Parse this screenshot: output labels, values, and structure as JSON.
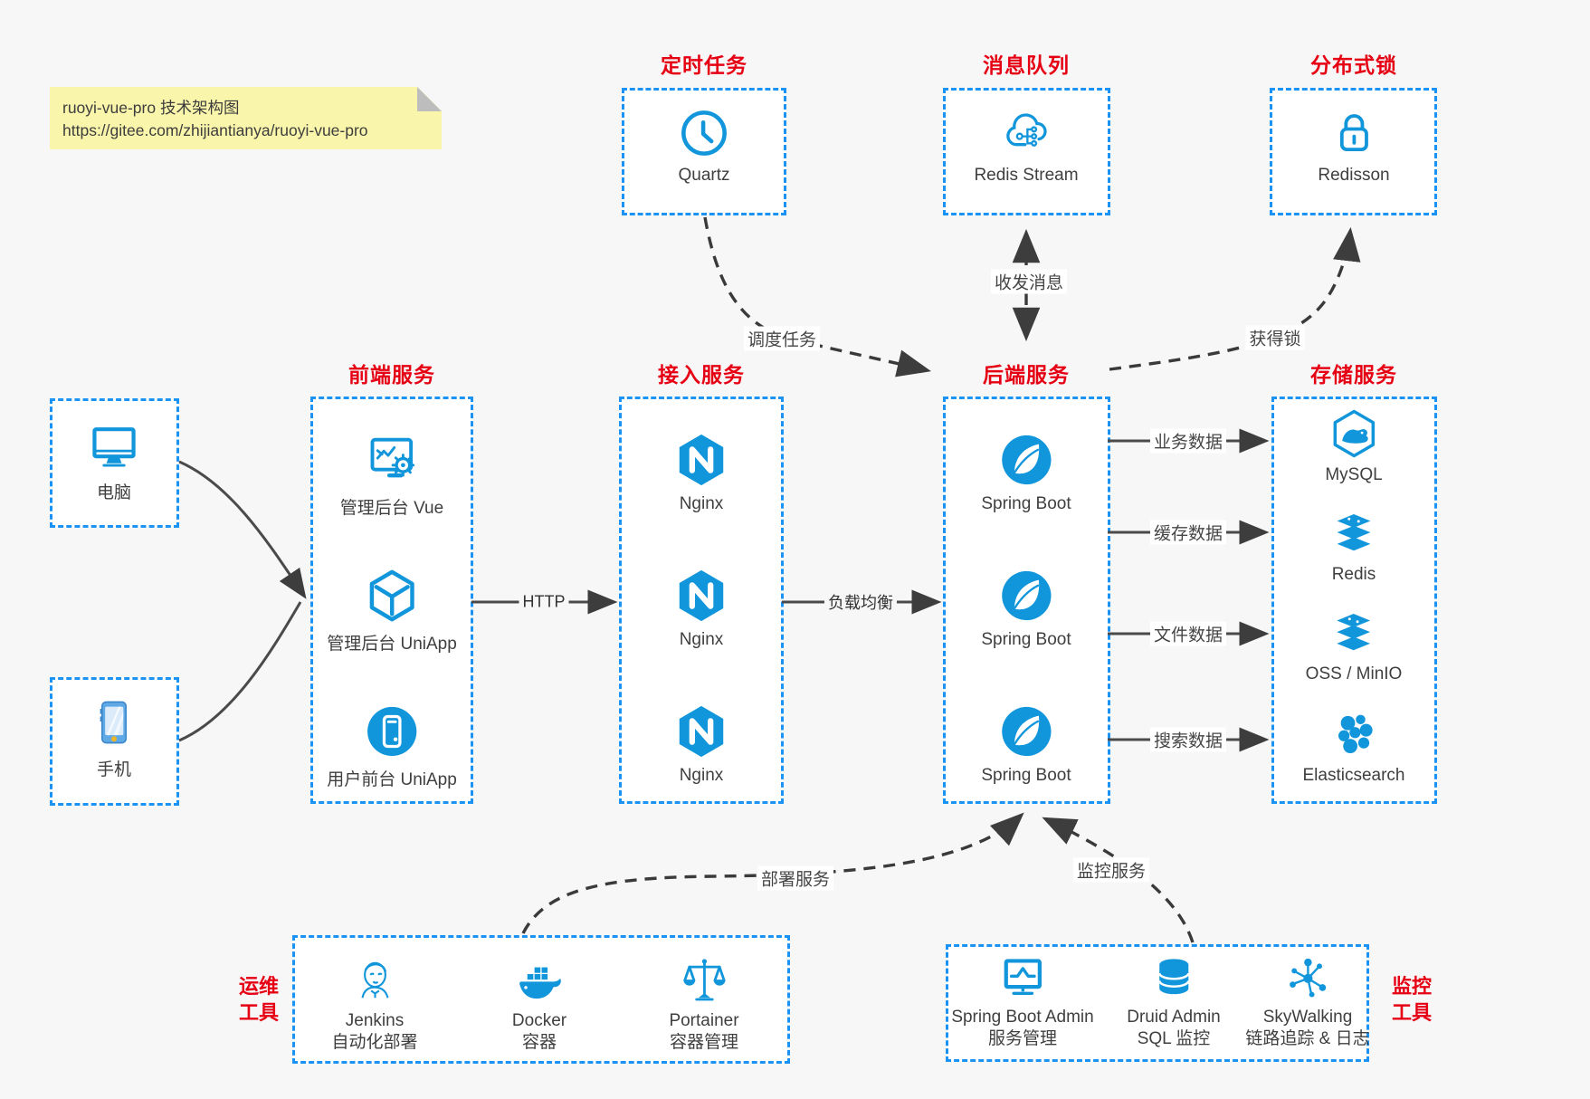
{
  "note": {
    "line1": "ruoyi-vue-pro 技术架构图",
    "line2": "https://gitee.com/zhijiantianya/ruoyi-vue-pro"
  },
  "colors": {
    "accent_blue": "#1b93f5",
    "icon_blue": "#1296db",
    "title_red": "#e60013",
    "arrow_dark": "#3f3f3f",
    "note_yellow": "#f9f5ab",
    "canvas_gray": "#f7f7f7"
  },
  "top_services": [
    {
      "title": "定时任务",
      "label": "Quartz",
      "icon": "clock-icon"
    },
    {
      "title": "消息队列",
      "label": "Redis Stream",
      "icon": "cloud-stream-icon"
    },
    {
      "title": "分布式锁",
      "label": "Redisson",
      "icon": "lock-icon"
    }
  ],
  "clients": [
    {
      "label": "电脑",
      "icon": "desktop-icon"
    },
    {
      "label": "手机",
      "icon": "phone-icon"
    }
  ],
  "columns": [
    {
      "title": "前端服务",
      "items": [
        {
          "label": "管理后台 Vue",
          "icon": "admin-vue-icon"
        },
        {
          "label": "管理后台 UniApp",
          "icon": "uniapp-cube-icon"
        },
        {
          "label": "用户前台 UniApp",
          "icon": "uniapp-user-icon"
        }
      ]
    },
    {
      "title": "接入服务",
      "items": [
        {
          "label": "Nginx",
          "icon": "nginx-icon"
        },
        {
          "label": "Nginx",
          "icon": "nginx-icon"
        },
        {
          "label": "Nginx",
          "icon": "nginx-icon"
        }
      ]
    },
    {
      "title": "后端服务",
      "items": [
        {
          "label": "Spring Boot",
          "icon": "spring-boot-icon"
        },
        {
          "label": "Spring Boot",
          "icon": "spring-boot-icon"
        },
        {
          "label": "Spring Boot",
          "icon": "spring-boot-icon"
        }
      ]
    },
    {
      "title": "存储服务",
      "items": [
        {
          "label": "MySQL",
          "icon": "mysql-icon"
        },
        {
          "label": "Redis",
          "icon": "redis-icon"
        },
        {
          "label": "OSS / MinIO",
          "icon": "oss-icon"
        },
        {
          "label": "Elasticsearch",
          "icon": "elasticsearch-icon"
        }
      ]
    }
  ],
  "edges": {
    "http": "HTTP",
    "load_balance": "负载均衡",
    "schedule_task": "调度任务",
    "send_receive_msg": "收发消息",
    "acquire_lock": "获得锁",
    "business_data": "业务数据",
    "cache_data": "缓存数据",
    "file_data": "文件数据",
    "search_data": "搜索数据",
    "deploy_service": "部署服务",
    "monitor_service": "监控服务"
  },
  "bottom_groups": [
    {
      "label_line1": "运维",
      "label_line2": "工具",
      "items": [
        {
          "name": "Jenkins",
          "desc": "自动化部署",
          "icon": "jenkins-icon"
        },
        {
          "name": "Docker",
          "desc": "容器",
          "icon": "docker-icon"
        },
        {
          "name": "Portainer",
          "desc": "容器管理",
          "icon": "portainer-icon"
        }
      ]
    },
    {
      "label_line1": "监控",
      "label_line2": "工具",
      "items": [
        {
          "name": "Spring Boot Admin",
          "desc": "服务管理",
          "icon": "spring-boot-admin-icon"
        },
        {
          "name": "Druid Admin",
          "desc": "SQL 监控",
          "icon": "druid-icon"
        },
        {
          "name": "SkyWalking",
          "desc": "链路追踪 & 日志",
          "icon": "skywalking-icon"
        }
      ]
    }
  ]
}
